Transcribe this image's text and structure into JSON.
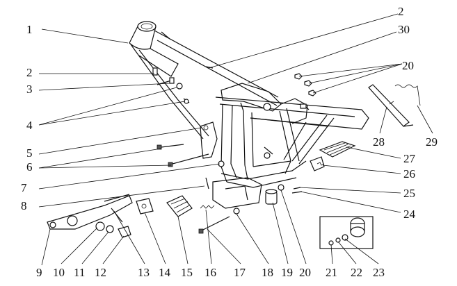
{
  "callouts": [
    {
      "id": "c1",
      "text": "1"
    },
    {
      "id": "c2a",
      "text": "2"
    },
    {
      "id": "c2b",
      "text": "2"
    },
    {
      "id": "c30",
      "text": "30"
    },
    {
      "id": "c20a",
      "text": "20"
    },
    {
      "id": "c3",
      "text": "3"
    },
    {
      "id": "c4",
      "text": "4"
    },
    {
      "id": "c5",
      "text": "5"
    },
    {
      "id": "c6",
      "text": "6"
    },
    {
      "id": "c7",
      "text": "7"
    },
    {
      "id": "c8",
      "text": "8"
    },
    {
      "id": "c9",
      "text": "9"
    },
    {
      "id": "c10",
      "text": "10"
    },
    {
      "id": "c11",
      "text": "11"
    },
    {
      "id": "c12",
      "text": "12"
    },
    {
      "id": "c13",
      "text": "13"
    },
    {
      "id": "c14",
      "text": "14"
    },
    {
      "id": "c15",
      "text": "15"
    },
    {
      "id": "c16",
      "text": "16"
    },
    {
      "id": "c17",
      "text": "17"
    },
    {
      "id": "c18",
      "text": "18"
    },
    {
      "id": "c19",
      "text": "19"
    },
    {
      "id": "c20b",
      "text": "20"
    },
    {
      "id": "c21",
      "text": "21"
    },
    {
      "id": "c22",
      "text": "22"
    },
    {
      "id": "c23",
      "text": "23"
    },
    {
      "id": "c24",
      "text": "24"
    },
    {
      "id": "c25",
      "text": "25"
    },
    {
      "id": "c26",
      "text": "26"
    },
    {
      "id": "c27",
      "text": "27"
    },
    {
      "id": "c28",
      "text": "28"
    },
    {
      "id": "c29",
      "text": "29"
    }
  ]
}
